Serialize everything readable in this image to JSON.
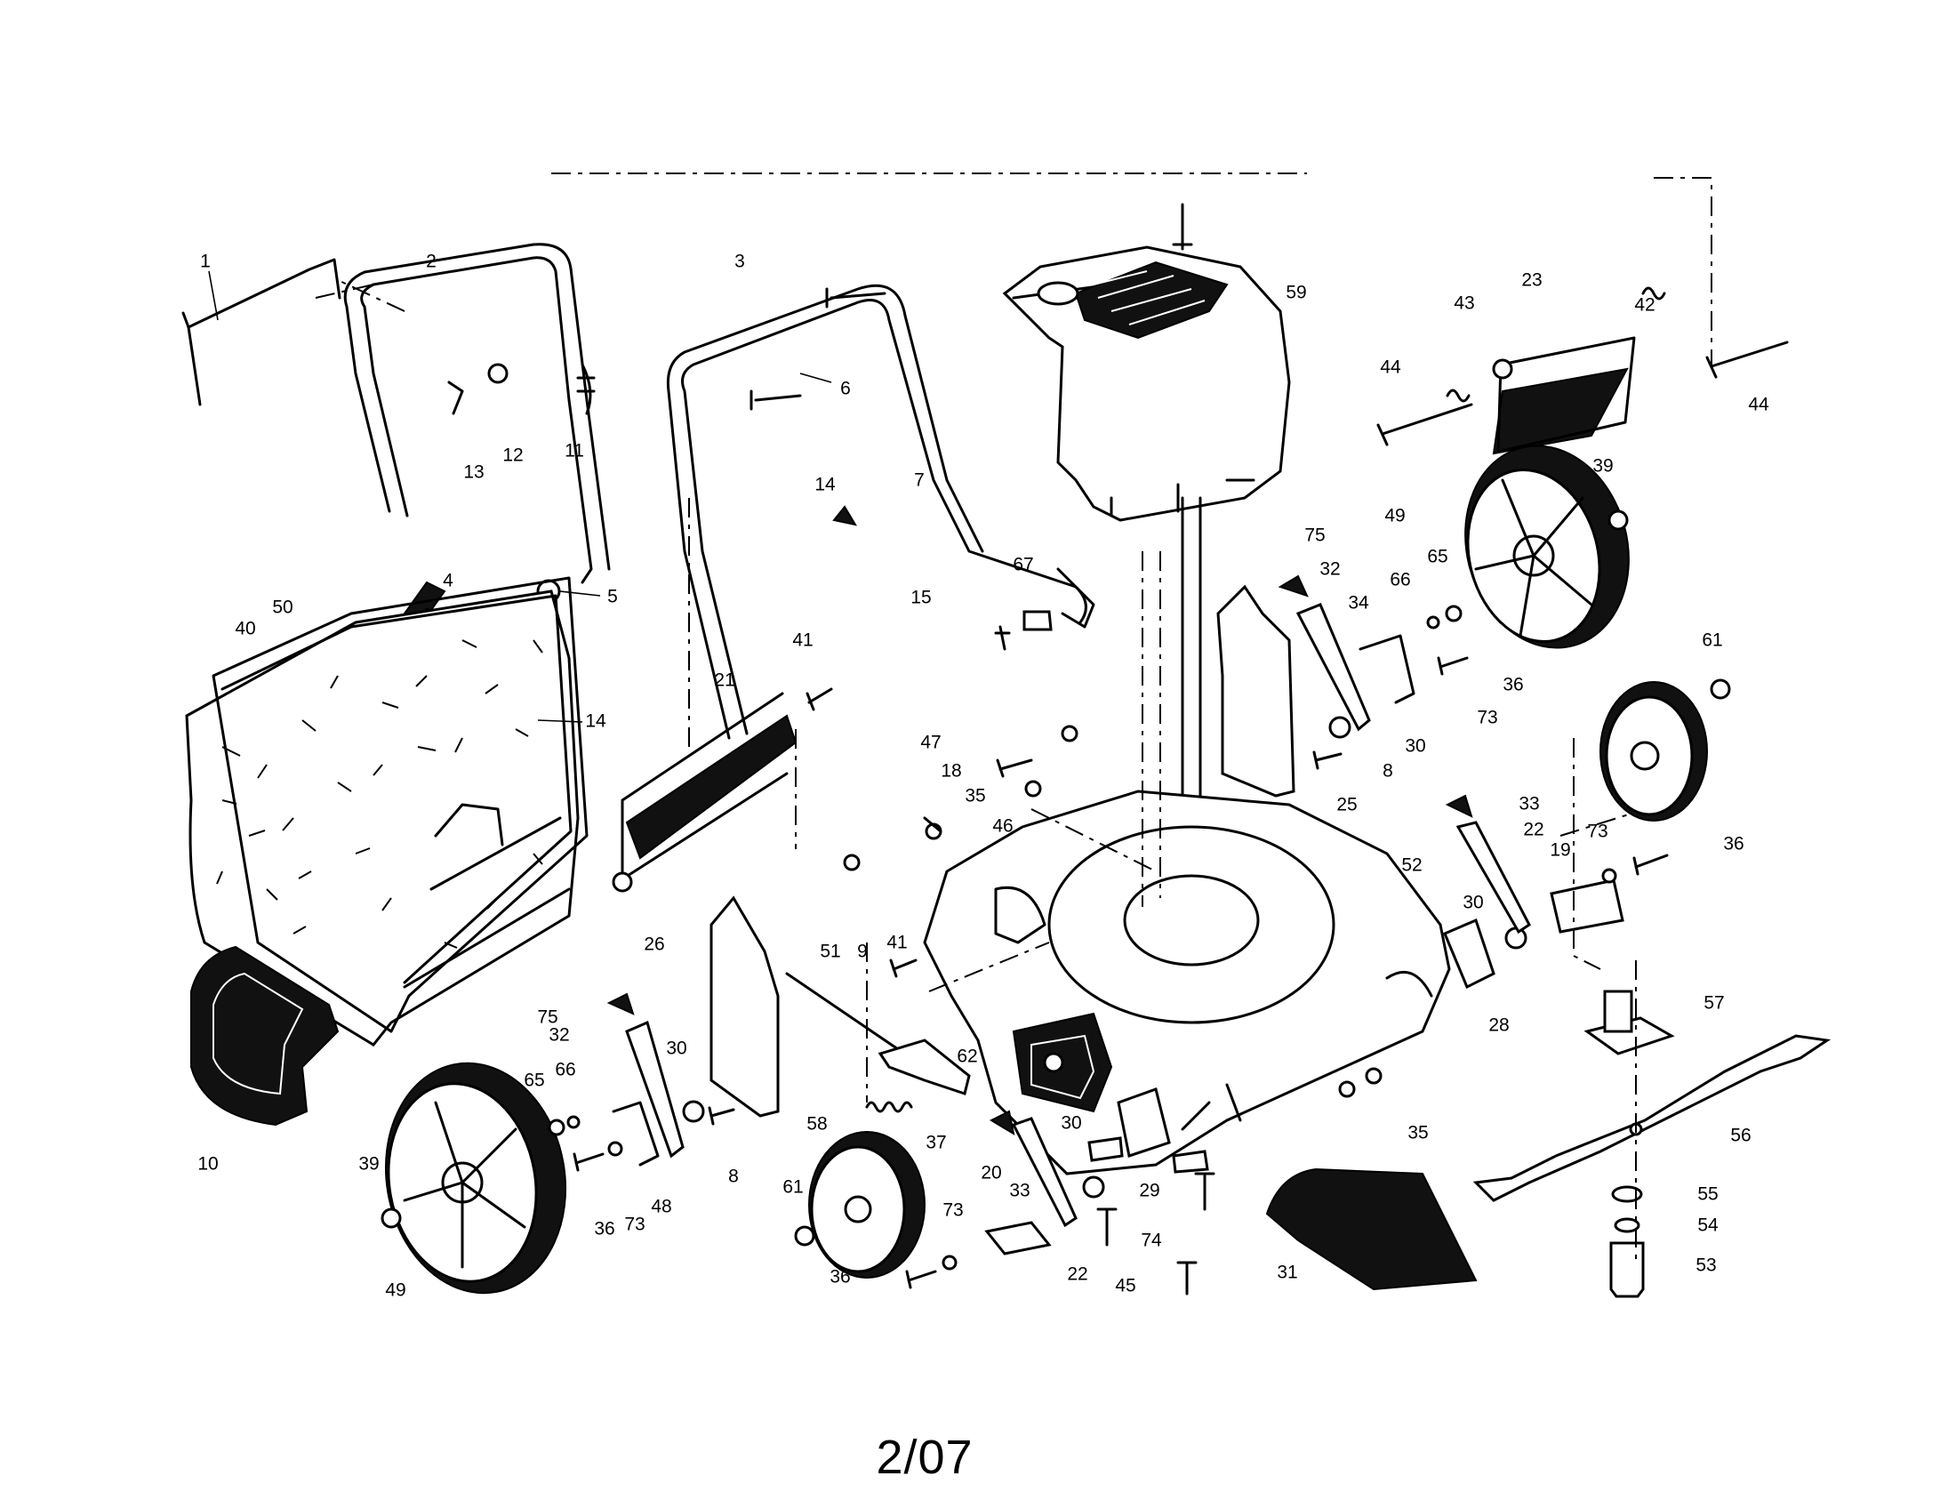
{
  "page_label": "2/07",
  "callouts": [
    "1",
    "2",
    "3",
    "4",
    "5",
    "6",
    "7",
    "8",
    "9",
    "10",
    "11",
    "12",
    "13",
    "14",
    "15",
    "18",
    "19",
    "20",
    "21",
    "22",
    "23",
    "25",
    "26",
    "28",
    "29",
    "30",
    "31",
    "32",
    "33",
    "34",
    "35",
    "36",
    "37",
    "39",
    "40",
    "41",
    "42",
    "43",
    "44",
    "45",
    "46",
    "47",
    "48",
    "49",
    "50",
    "51",
    "52",
    "53",
    "54",
    "55",
    "56",
    "57",
    "58",
    "59",
    "61",
    "62",
    "65",
    "66",
    "67",
    "73",
    "74",
    "75"
  ]
}
